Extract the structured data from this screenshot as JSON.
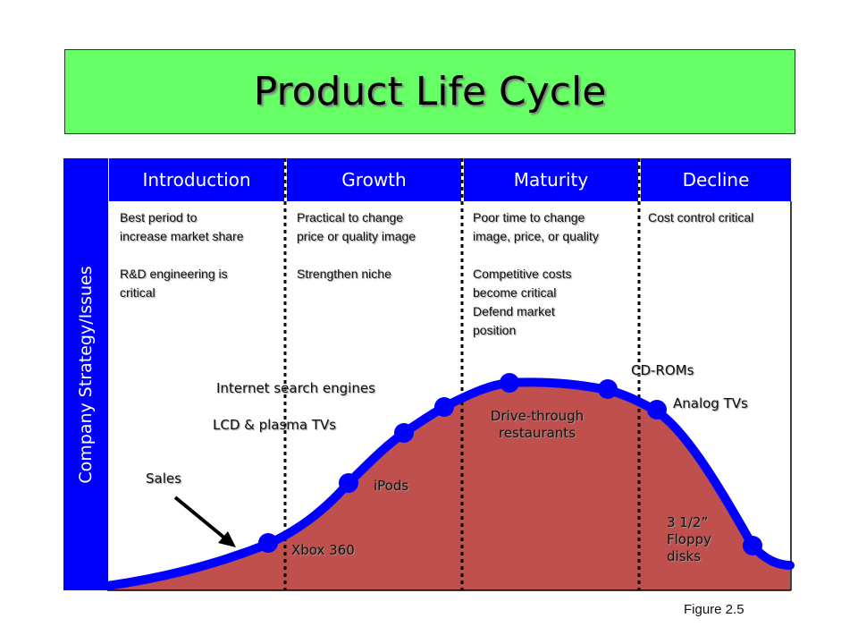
{
  "title": "Product Life Cycle",
  "side_label": "Company Strategy/Issues",
  "stages": [
    {
      "name": "Introduction",
      "notes": [
        "Best period to\nincrease market share",
        "R&D engineering is\ncritical"
      ]
    },
    {
      "name": "Growth",
      "notes": [
        "Practical to change\nprice or quality image",
        "Strengthen niche"
      ]
    },
    {
      "name": "Maturity",
      "notes": [
        "Poor time to change\nimage, price, or quality",
        "Competitive costs\nbecome critical\nDefend market\nposition"
      ]
    },
    {
      "name": "Decline",
      "notes": [
        "Cost control critical"
      ]
    }
  ],
  "curve_labels": {
    "sales": "Sales",
    "xbox": "Xbox 360",
    "ipods": "iPods",
    "lcd": "LCD & plasma TVs",
    "search": "Internet search engines",
    "drive": "Drive-through\nrestaurants",
    "cdroms": "CD-ROMs",
    "analog": "Analog TVs",
    "floppy": "3 1/2”\nFloppy\ndisks"
  },
  "figure_label": "Figure 2.5",
  "colors": {
    "header": "#0000ff",
    "title_bg": "#66ff66",
    "area": "#c0504d",
    "curve": "#0000ff"
  }
}
